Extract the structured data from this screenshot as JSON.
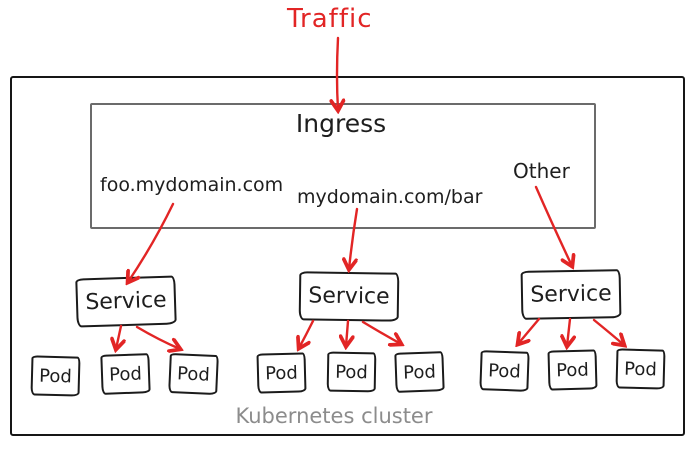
{
  "colors": {
    "arrow_red": "#e22525",
    "box_border_black": "#1b1b1b",
    "ingress_border_gray": "#6b6b6b",
    "cluster_label_gray": "#8c8c8c",
    "background": "#ffffff"
  },
  "traffic": {
    "label": "Traffic"
  },
  "ingress": {
    "title": "Ingress",
    "rules": [
      "foo.mydomain.com",
      "mydomain.com/bar",
      "Other"
    ]
  },
  "services": [
    {
      "label": "Service",
      "pods": [
        "Pod",
        "Pod",
        "Pod"
      ]
    },
    {
      "label": "Service",
      "pods": [
        "Pod",
        "Pod",
        "Pod"
      ]
    },
    {
      "label": "Service",
      "pods": [
        "Pod",
        "Pod",
        "Pod"
      ]
    }
  ],
  "cluster": {
    "label": "Kubernetes cluster"
  },
  "connections": [
    "Traffic -> Ingress",
    "foo.mydomain.com -> Service 1",
    "mydomain.com/bar -> Service 2",
    "Other -> Service 3",
    "Service 1 -> Pod 2, Pod 3",
    "Service 2 -> Pod 1, Pod 2, Pod 3",
    "Service 3 -> Pod 1, Pod 2, Pod 3"
  ]
}
